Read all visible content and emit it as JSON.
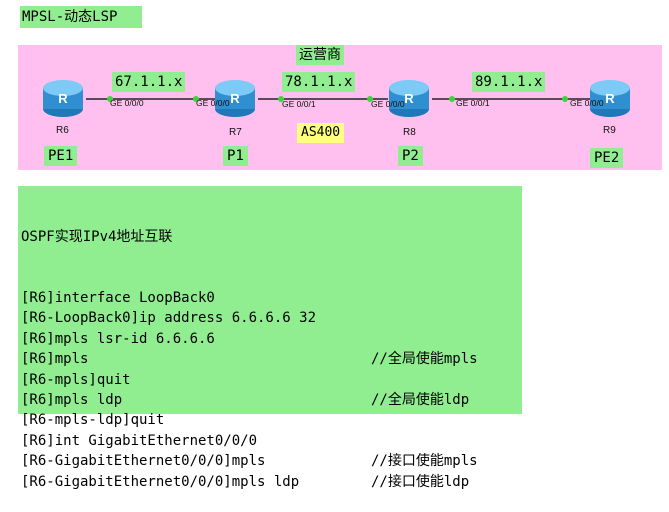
{
  "title": "MPSL-动态LSP",
  "provider_label": "运营商",
  "as_label": "AS400",
  "subnets": [
    "67.1.1.x",
    "78.1.1.x",
    "89.1.1.x"
  ],
  "routers": [
    {
      "name": "R6",
      "role": "PE1"
    },
    {
      "name": "R7",
      "role": "P1"
    },
    {
      "name": "R8",
      "role": "P2"
    },
    {
      "name": "R9",
      "role": "PE2"
    }
  ],
  "interfaces": {
    "r6_right": "GE 0/0/0",
    "r7_left": "GE 0/0/0",
    "r7_right": "GE 0/0/1",
    "r8_left": "GE 0/0/0",
    "r8_right": "GE 0/0/1",
    "r9_left": "GE 0/0/0"
  },
  "router_icon": "router-icon",
  "config": {
    "heading": "OSPF实现IPv4地址互联",
    "lines": [
      {
        "cmd": "[R6]interface LoopBack0",
        "comment": ""
      },
      {
        "cmd": "[R6-LoopBack0]ip address 6.6.6.6 32",
        "comment": ""
      },
      {
        "cmd": "[R6]mpls lsr-id 6.6.6.6",
        "comment": ""
      },
      {
        "cmd": "[R6]mpls",
        "comment": "//全局使能mpls"
      },
      {
        "cmd": "[R6-mpls]quit",
        "comment": ""
      },
      {
        "cmd": "[R6]mpls ldp",
        "comment": "//全局使能ldp"
      },
      {
        "cmd": "[R6-mpls-ldp]quit",
        "comment": ""
      },
      {
        "cmd": "[R6]int GigabitEthernet0/0/0",
        "comment": ""
      },
      {
        "cmd": "[R6-GigabitEthernet0/0/0]mpls",
        "comment": "//接口使能mpls"
      },
      {
        "cmd": "[R6-GigabitEthernet0/0/0]mpls ldp",
        "comment": "//接口使能ldp"
      }
    ]
  },
  "colors": {
    "green_label": "#90ee90",
    "pink_area": "#ffc0f0",
    "as_yellow": "#ffff80",
    "router_blue": "#3aa3e0"
  }
}
